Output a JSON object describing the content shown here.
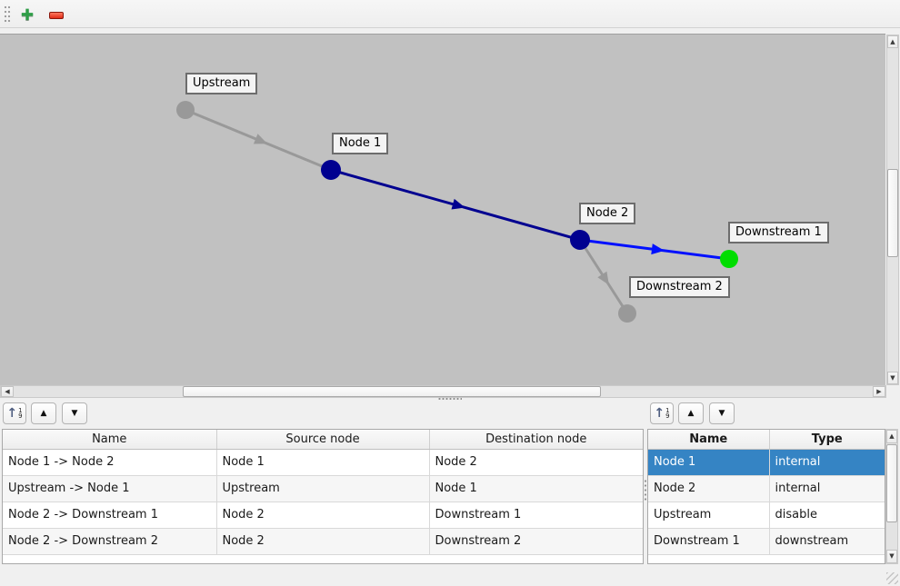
{
  "colors": {
    "selection": "#3584c4",
    "selection-text": "#ffffff",
    "canvas": "#c1c1c1"
  },
  "icons": {
    "plus_glyph": "✚",
    "scroll_up": "▲",
    "scroll_down": "▼",
    "scroll_left": "◀",
    "scroll_right": "▶",
    "move_up": "▲",
    "move_down": "▼",
    "sort_arrow": "↑",
    "sort_top": "1",
    "sort_bottom": "9"
  },
  "graph": {
    "nodes": [
      {
        "label": "Node 1",
        "color": "#000090"
      },
      {
        "label": "Node 2",
        "color": "#000090"
      },
      {
        "label": "Upstream",
        "color": "#999999"
      },
      {
        "label": "Downstream 1",
        "color": "#00dd00"
      },
      {
        "label": "Downstream 2",
        "color": "#999999"
      }
    ],
    "edges": [
      {
        "name": "Node 1 -> Node 2",
        "color": "#000090"
      },
      {
        "name": "Upstream -> Node 1",
        "color": "#999999"
      },
      {
        "name": "Node 2 -> Downstream 1",
        "color": "#0010ff"
      },
      {
        "name": "Node 2 -> Downstream 2",
        "color": "#999999"
      }
    ]
  },
  "edge_table": {
    "headers": [
      "Name",
      "Source node",
      "Destination node"
    ],
    "rows": [
      {
        "name": "Node 1 -> Node 2",
        "source": "Node 1",
        "destination": "Node 2"
      },
      {
        "name": "Upstream -> Node 1",
        "source": "Upstream",
        "destination": "Node 1"
      },
      {
        "name": "Node 2 -> Downstream 1",
        "source": "Node 2",
        "destination": "Downstream 1"
      },
      {
        "name": "Node 2 -> Downstream 2",
        "source": "Node 2",
        "destination": "Downstream 2"
      }
    ]
  },
  "node_table": {
    "headers": [
      "Name",
      "Type"
    ],
    "rows": [
      {
        "name": "Node 1",
        "type": "internal",
        "selected": true
      },
      {
        "name": "Node 2",
        "type": "internal",
        "selected": false
      },
      {
        "name": "Upstream",
        "type": "disable",
        "selected": false
      },
      {
        "name": "Downstream 1",
        "type": "downstream",
        "selected": false
      }
    ]
  }
}
